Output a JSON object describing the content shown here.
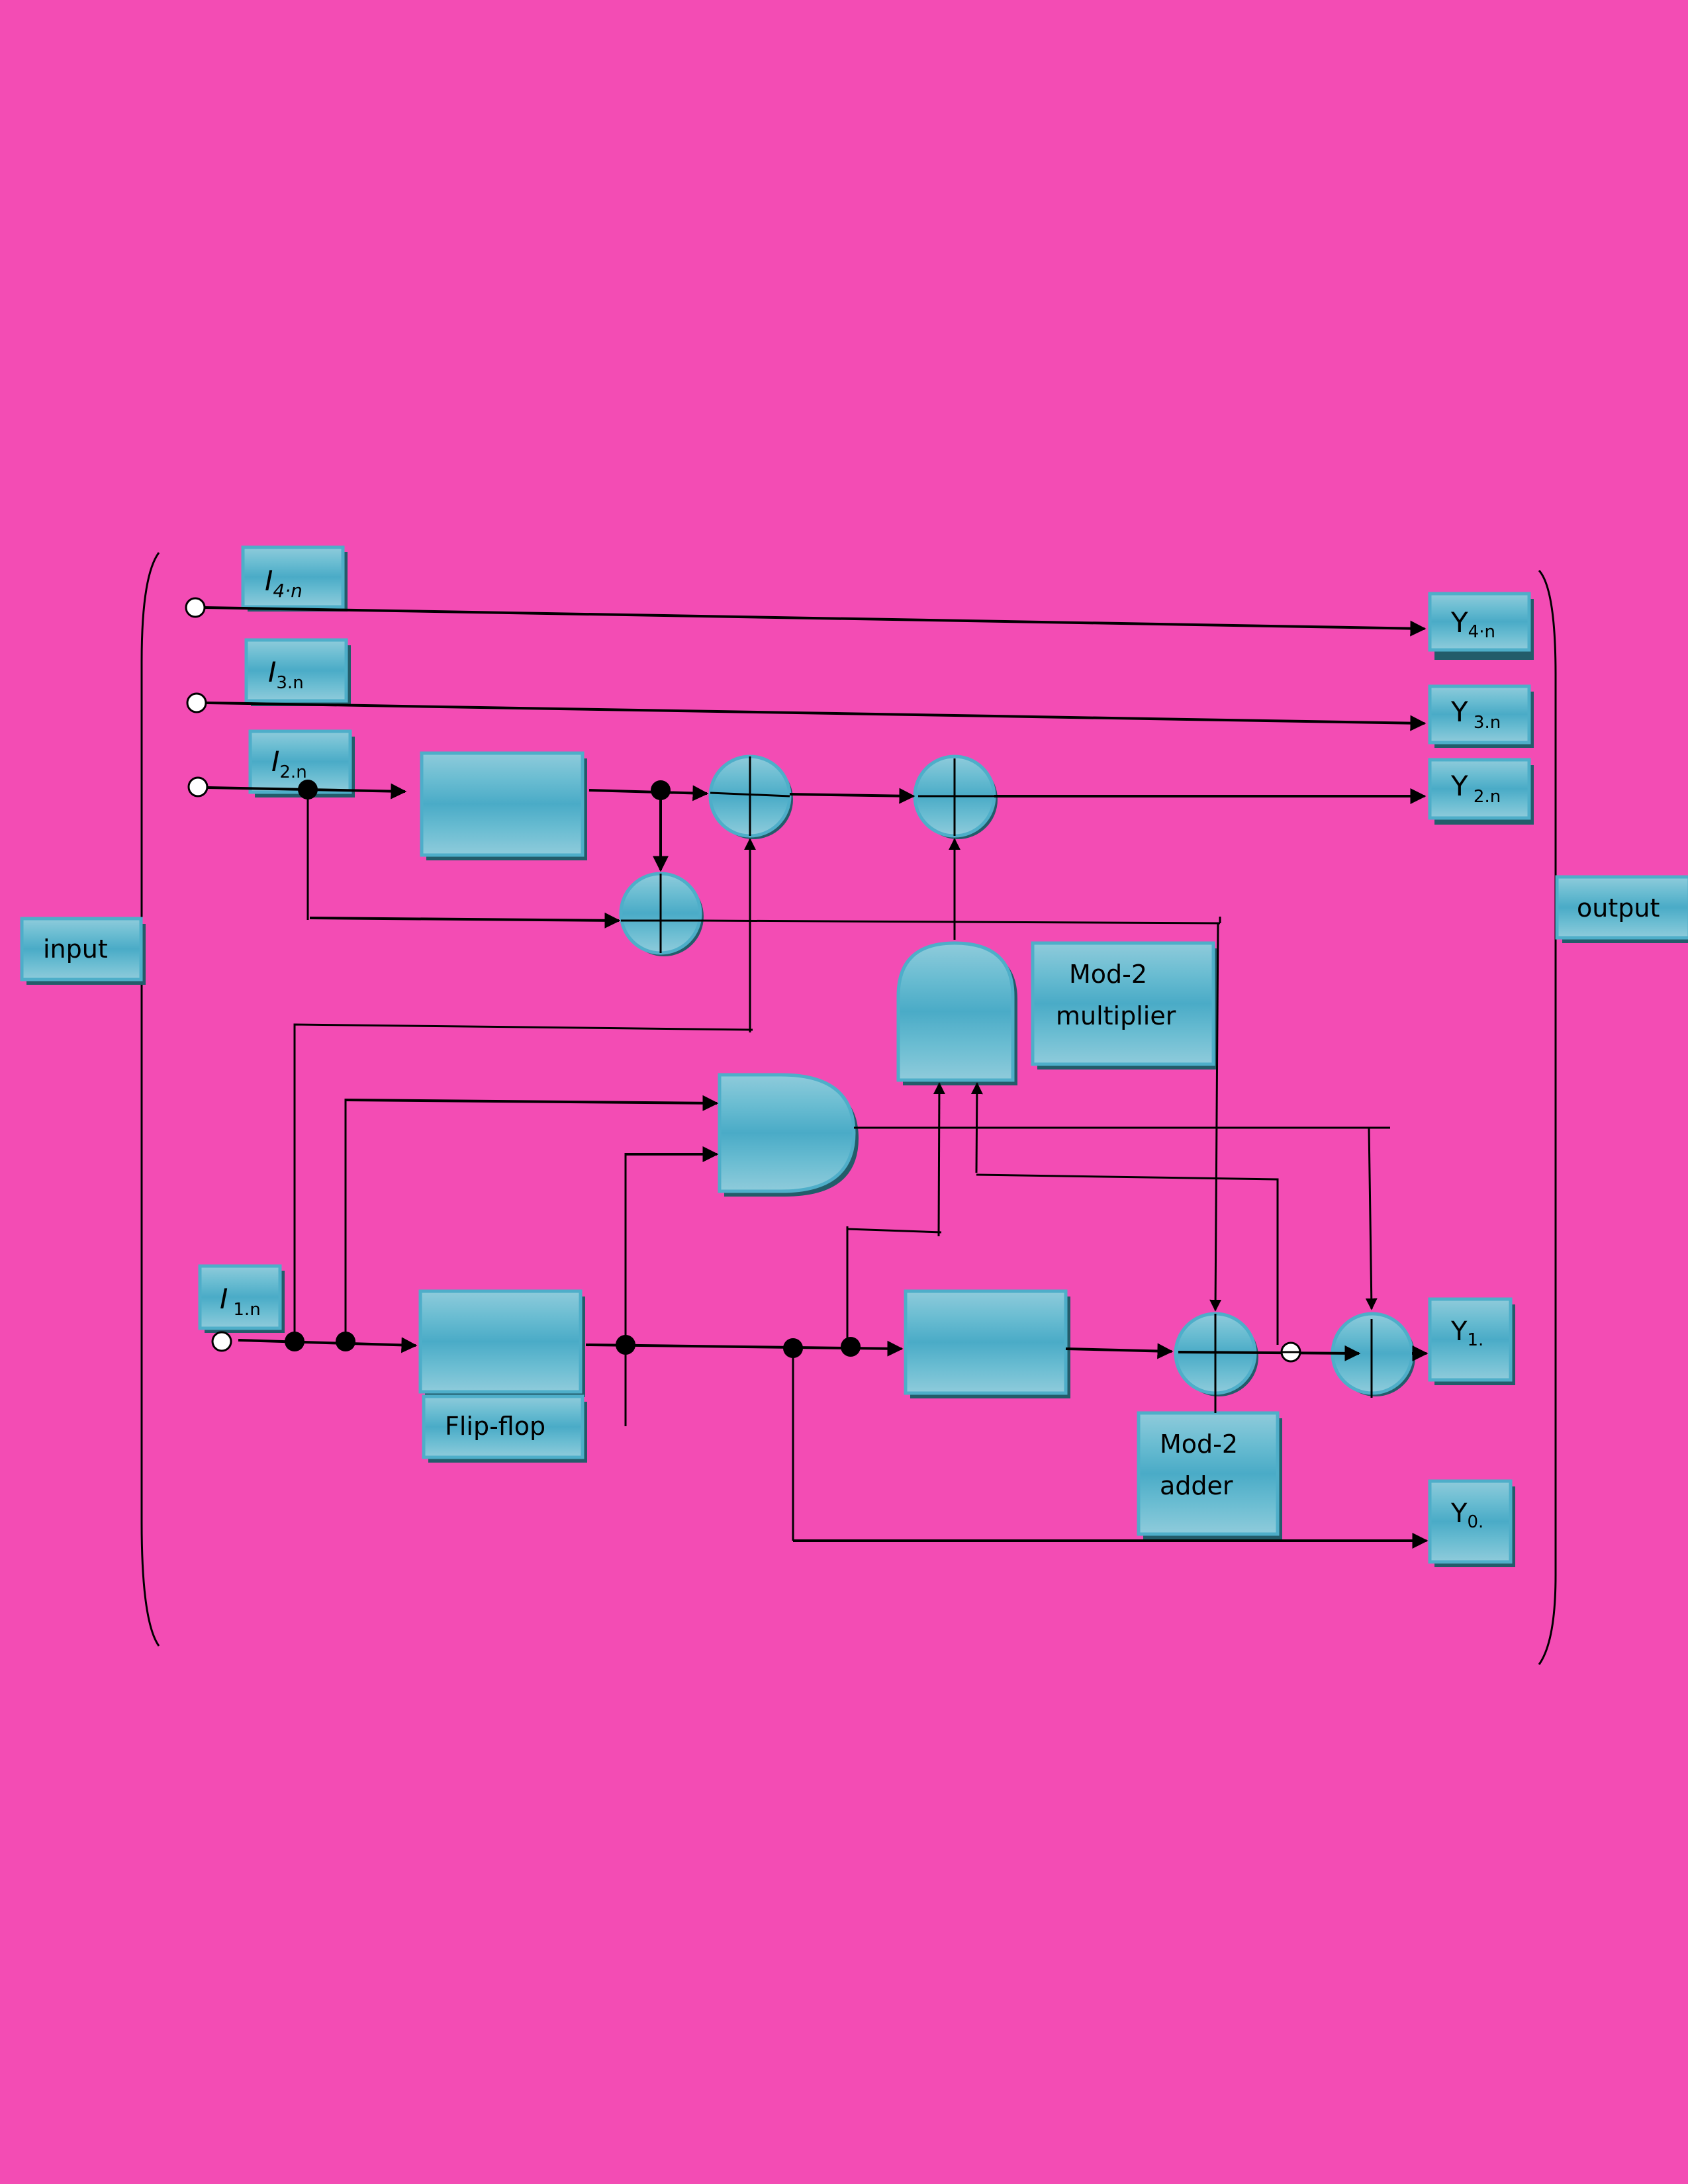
{
  "diagram": {
    "background_color": "#f34cb4",
    "block_color": "#4eaec9",
    "block_shadow_color": "#235c6a",
    "io_labels": {
      "input": "input",
      "output": "output"
    },
    "inputs": [
      {
        "id": "I4",
        "main": "I",
        "sub": "4·n"
      },
      {
        "id": "I3",
        "main": "I",
        "sub": "3.n"
      },
      {
        "id": "I2",
        "main": "I",
        "sub": "2.n"
      },
      {
        "id": "I1",
        "main": "I",
        "sub": "1.n"
      }
    ],
    "outputs": [
      {
        "id": "Y4",
        "main": "Y",
        "sub": "4·n"
      },
      {
        "id": "Y3",
        "main": "Y",
        "sub": " 3.n"
      },
      {
        "id": "Y2",
        "main": "Y",
        "sub": " 2.n"
      },
      {
        "id": "Y1",
        "main": "Y",
        "sub": "1."
      },
      {
        "id": "Y0",
        "main": "Y",
        "sub": "0."
      }
    ],
    "component_labels": {
      "flip_flop": "Flip-flop",
      "mod2_multiplier_line1": "Mod-2",
      "mod2_multiplier_line2": "multiplier",
      "mod2_adder_line1": "Mod-2",
      "mod2_adder_line2": "adder"
    }
  }
}
